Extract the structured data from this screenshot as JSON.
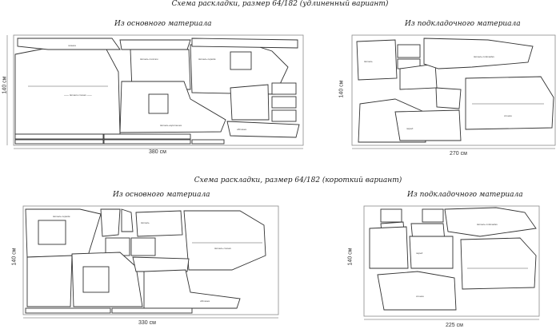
{
  "section1": {
    "title": "Схема раскладки, размер 64/182 (удлиненный вариант)",
    "main": {
      "label": "Из основного материала",
      "width_dim": "380 см",
      "height_dim": "140 см"
    },
    "lining": {
      "label": "Из подкладочного материала",
      "width_dim": "270 см",
      "height_dim": "140 см"
    }
  },
  "section2": {
    "title": "Схема раскладки, размер 64/182 (короткий вариант)",
    "main": {
      "label": "Из основного материала",
      "width_dim": "330 см",
      "height_dim": "140 см"
    },
    "lining": {
      "label": "Из подкладочного материала",
      "width_dim": "225 см",
      "height_dim": "140 см"
    }
  }
}
